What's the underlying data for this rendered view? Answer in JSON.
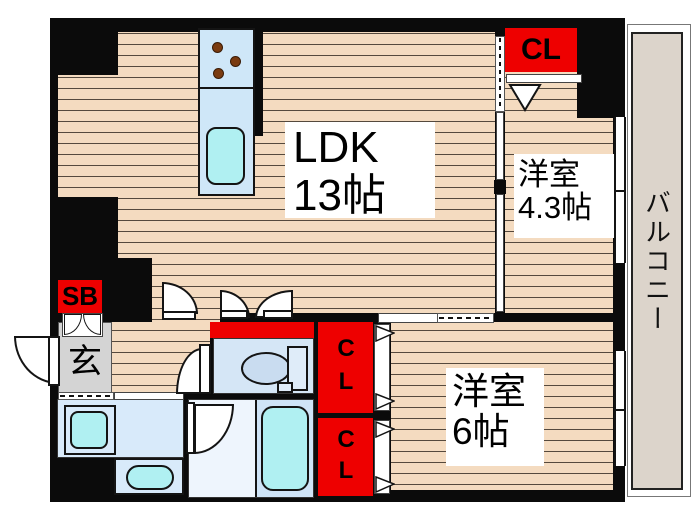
{
  "plan": {
    "title": "apartment-floor-plan",
    "rooms": {
      "ldk": {
        "label_line1": "LDK",
        "label_line2": "13帖"
      },
      "bedroom43": {
        "label_line1": "洋室",
        "label_line2": "4.3帖"
      },
      "bedroom6": {
        "label_line1": "洋室",
        "label_line2": "6帖"
      },
      "balcony": {
        "label": "バルコニー"
      },
      "entrance": {
        "label": "玄"
      }
    },
    "closets": {
      "top_cl": {
        "label": "CL"
      },
      "middle_cl": {
        "label": "CL"
      },
      "bottom_cl": {
        "label": "CL"
      },
      "shoe_box": {
        "label": "SB"
      }
    },
    "colors": {
      "wall": "#0b0b0b",
      "red": "#ee0000",
      "wood": "#f4dbc0",
      "wood-line": "#55493d",
      "fixture-blue": "#cfe7f8",
      "cyan": "#b0f0f2",
      "toilet-blue": "#d5e6f6",
      "washroom-blue": "#d8eafa",
      "bathroom-blue": "#eef5fd",
      "tub-area-blue": "#cfe4f7",
      "entrance-gray": "#d4d4d4",
      "balcony-gray": "#dcd4cb"
    }
  }
}
